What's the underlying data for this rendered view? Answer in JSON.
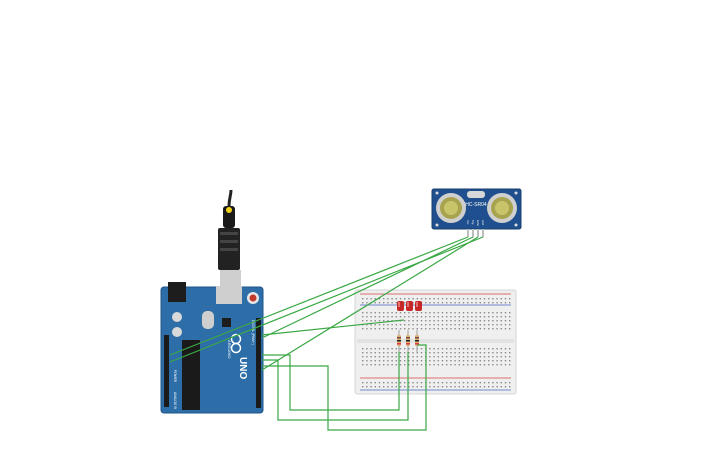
{
  "canvas": {
    "background": "#ffffff"
  },
  "arduino": {
    "board_label": "UNO",
    "brand_label": "ARDUINO",
    "header_label_digital": "DIGITAL (PWM~)",
    "header_label_power": "POWER",
    "header_label_analog": "ANALOG IN",
    "board_color": "#2d6ea8"
  },
  "sensor": {
    "model_label": "HC-SR04",
    "pin_labels": [
      "Vcc",
      "Trig",
      "Echo",
      "Gnd"
    ],
    "board_color": "#1f4f8e"
  },
  "breadboard": {
    "color": "#efefef",
    "rail_red": "#d64545",
    "rail_blue": "#4a64c8"
  },
  "components": {
    "led_count": 3,
    "led_color": "#c62828",
    "resistor_count": 3
  },
  "wire_color": "#3aa845"
}
